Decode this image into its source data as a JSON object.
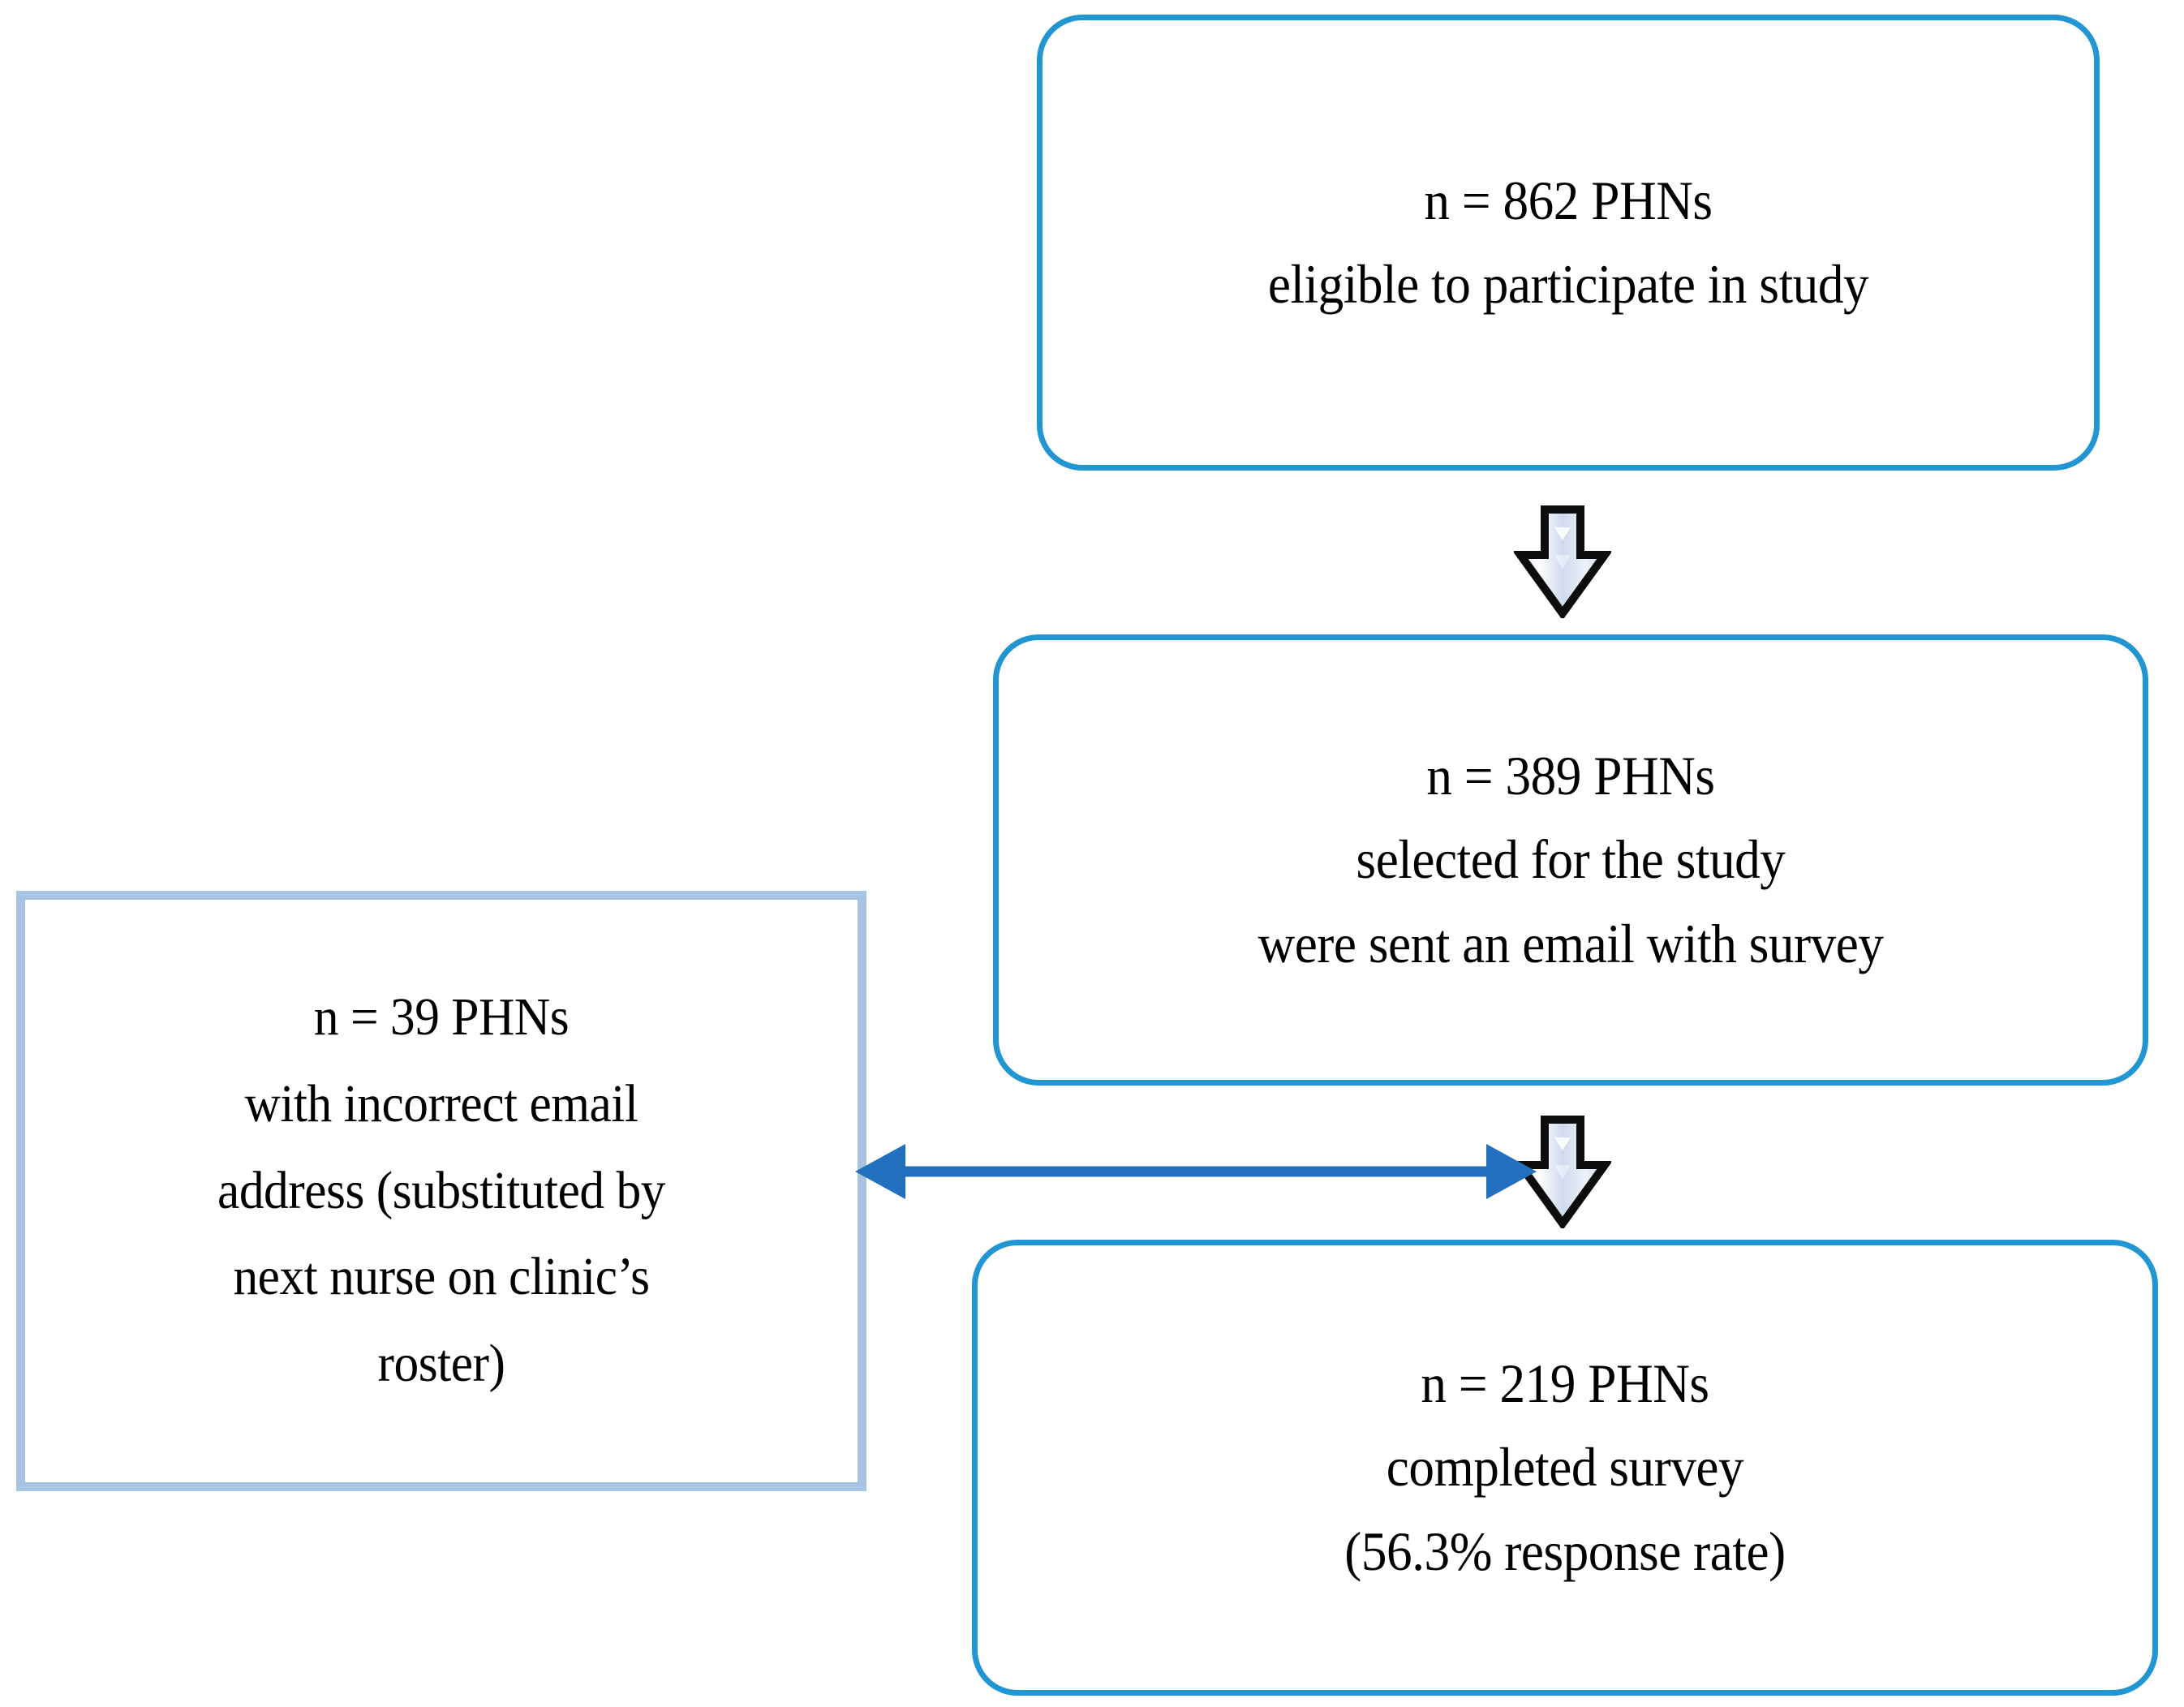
{
  "figure": {
    "type": "flowchart",
    "title": "PHN survey participant flow diagram",
    "background_color": "#ffffff",
    "colors": {
      "box_border_blue": "#2196d3",
      "left_box_border": "#a8c4e3",
      "connector_arrow_blue": "#2270bd",
      "block_arrow_fill_light": "#ffffff",
      "block_arrow_fill_mid": "#c6d4ec",
      "block_arrow_outline": "#0d0d0d",
      "text": "#000000"
    }
  },
  "nodes": {
    "eligible": {
      "id": "n-862",
      "lines": [
        "n = 862 PHNs",
        "eligible to participate in study"
      ],
      "n": 862,
      "shape": "rounded-rectangle",
      "border_color": "#2196d3"
    },
    "selected": {
      "id": "n-389",
      "lines": [
        "n = 389 PHNs",
        "selected for the study",
        "were sent an email with survey"
      ],
      "n": 389,
      "shape": "rounded-rectangle",
      "border_color": "#2196d3"
    },
    "completed": {
      "id": "n-219",
      "lines": [
        "n = 219 PHNs",
        "completed survey",
        "(56.3% response rate)"
      ],
      "n": 219,
      "response_rate": "56.3%",
      "shape": "rounded-rectangle",
      "border_color": "#2196d3"
    },
    "incorrect_email": {
      "id": "n-39",
      "lines": [
        "n = 39 PHNs",
        "with incorrect email",
        "address (substituted by",
        "next nurse on clinic’s",
        "roster)"
      ],
      "n": 39,
      "shape": "rectangle",
      "border_color": "#a8c4e3"
    }
  },
  "connectors": {
    "eligible_to_selected": {
      "icon": "down-arrow-icon",
      "direction": "down",
      "style": "3d-block-arrow",
      "from": "eligible",
      "to": "selected"
    },
    "selected_to_completed": {
      "icon": "down-arrow-icon",
      "direction": "down",
      "style": "3d-block-arrow",
      "from": "selected",
      "to": "completed"
    },
    "incorrect_email_link": {
      "icon": "double-headed-arrow-icon",
      "direction": "bidirectional-horizontal",
      "style": "line-arrow",
      "color": "#2270bd",
      "from": "incorrect_email",
      "to": "selected_to_completed"
    }
  }
}
